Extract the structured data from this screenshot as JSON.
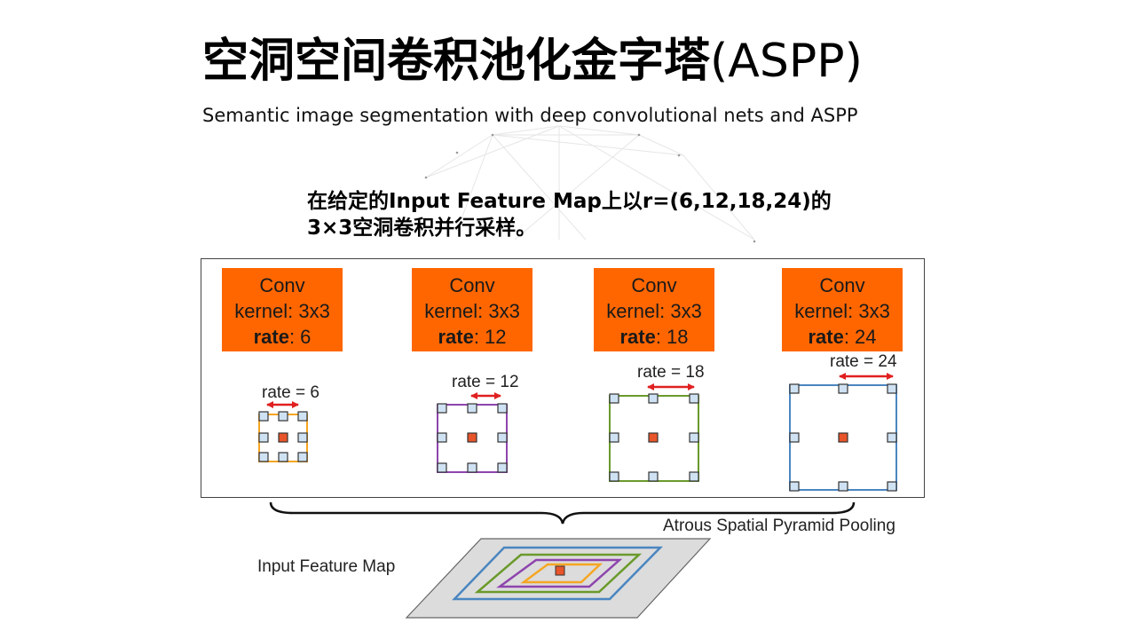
{
  "slide": {
    "title_cn": "空洞空间卷积池化金字塔",
    "title_en": "(ASPP)",
    "subtitle": "Semantic image segmentation with deep convolutional nets and ASPP",
    "description_line1": "在给定的Input Feature Map上以r=(6,12,18,24)的",
    "description_line2": "3×3空洞卷积并行采样。"
  },
  "convs": [
    {
      "name": "Conv",
      "kernel_label": "kernel: 3x3",
      "rate_key": "rate",
      "rate_value": ": 6",
      "caption": "rate = 6"
    },
    {
      "name": "Conv",
      "kernel_label": "kernel: 3x3",
      "rate_key": "rate",
      "rate_value": ": 12",
      "caption": "rate = 12"
    },
    {
      "name": "Conv",
      "kernel_label": "kernel: 3x3",
      "rate_key": "rate",
      "rate_value": ": 18",
      "caption": "rate = 18"
    },
    {
      "name": "Conv",
      "kernel_label": "kernel: 3x3",
      "rate_key": "rate",
      "rate_value": ": 24",
      "caption": "rate = 24"
    }
  ],
  "labels": {
    "aspp": "Atrous Spatial Pyramid Pooling",
    "input_map": "Input Feature Map"
  },
  "colors": {
    "conv_fill": "#ff6600",
    "arrow": "#e02020",
    "rate6": "#f5a623",
    "rate12": "#8e44ad",
    "rate18": "#6a9a2a",
    "rate24": "#4a86c0",
    "center_cell": "#e8552a",
    "grid_cell": "#cfe2f3"
  }
}
